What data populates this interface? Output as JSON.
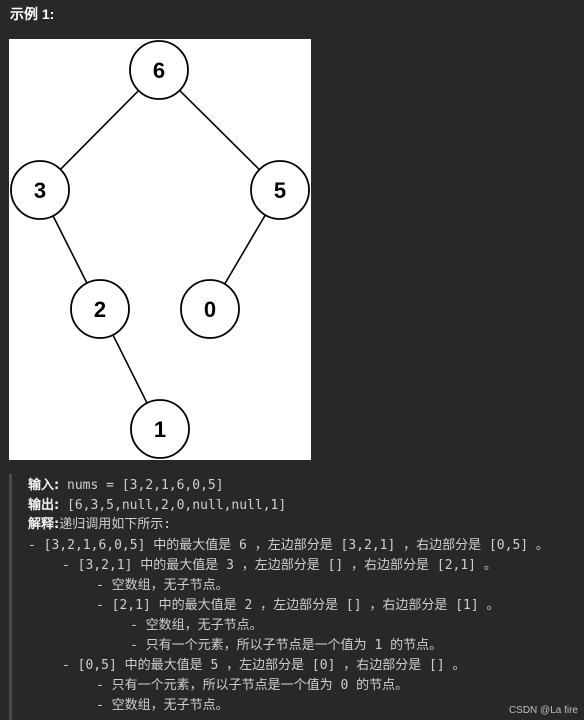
{
  "example_title": "示例 1:",
  "tree": {
    "nodes": [
      {
        "id": "n6",
        "label": "6"
      },
      {
        "id": "n3",
        "label": "3"
      },
      {
        "id": "n5",
        "label": "5"
      },
      {
        "id": "n2",
        "label": "2"
      },
      {
        "id": "n0",
        "label": "0"
      },
      {
        "id": "n1",
        "label": "1"
      }
    ],
    "edges": [
      [
        "n6",
        "n3"
      ],
      [
        "n6",
        "n5"
      ],
      [
        "n3",
        "n2"
      ],
      [
        "n5",
        "n0"
      ],
      [
        "n2",
        "n1"
      ]
    ]
  },
  "explain": {
    "input_label": "输入:",
    "input_value": "nums = [3,2,1,6,0,5]",
    "output_label": "输出:",
    "output_value": "[6,3,5,null,2,0,null,null,1]",
    "explain_label": "解释:",
    "explain_value": "递归调用如下所示:",
    "lines": [
      "- [3,2,1,6,0,5] 中的最大值是 6 ，左边部分是 [3,2,1] ，右边部分是 [0,5] 。",
      "- [3,2,1] 中的最大值是 3 ，左边部分是 [] ，右边部分是 [2,1] 。",
      "- 空数组，无子节点。",
      "- [2,1] 中的最大值是 2 ，左边部分是 [] ，右边部分是 [1] 。",
      "- 空数组，无子节点。",
      "- 只有一个元素，所以子节点是一个值为 1 的节点。",
      "- [0,5] 中的最大值是 5 ，左边部分是 [0] ，右边部分是 [] 。",
      "- 只有一个元素，所以子节点是一个值为 0 的节点。",
      "- 空数组，无子节点。"
    ]
  },
  "watermark": "CSDN @La fire"
}
